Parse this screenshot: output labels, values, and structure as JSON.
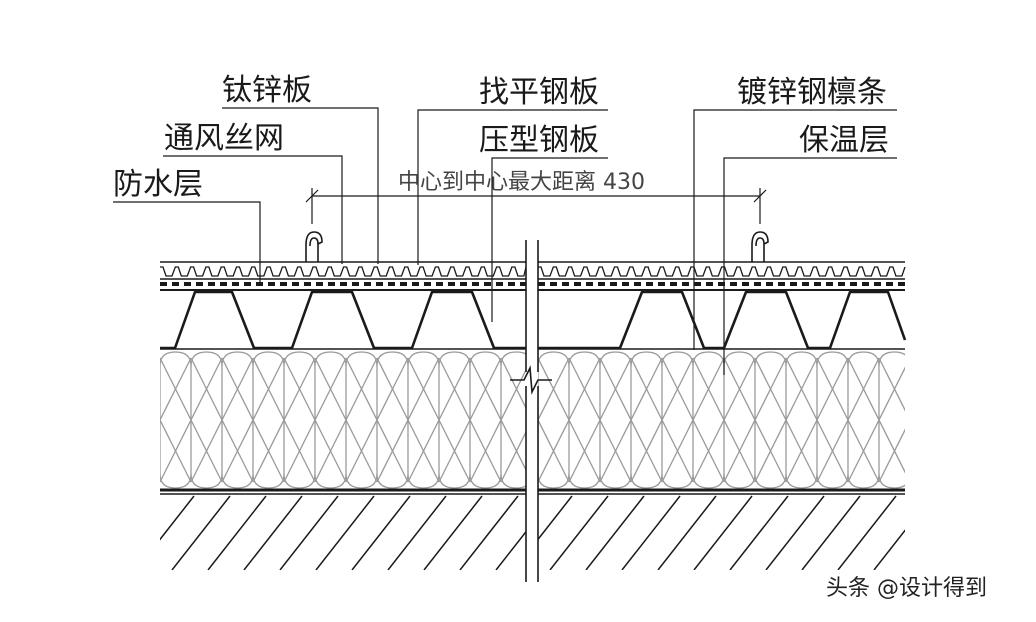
{
  "labels": {
    "titanium_zinc_sheet": "钛锌板",
    "vent_mesh": "通风丝网",
    "waterproof_layer": "防水层",
    "leveling_steel_sheet": "找平钢板",
    "profiled_steel_sheet": "压型钢板",
    "galvanized_purlin": "镀锌钢檩条",
    "insulation_layer": "保温层"
  },
  "dimension_text": "中心到中心最大距离 430",
  "watermark": "头条 @设计得到",
  "colors": {
    "line": "#1a1a1a",
    "insulation": "#9a9a9a",
    "background": "#ffffff"
  }
}
